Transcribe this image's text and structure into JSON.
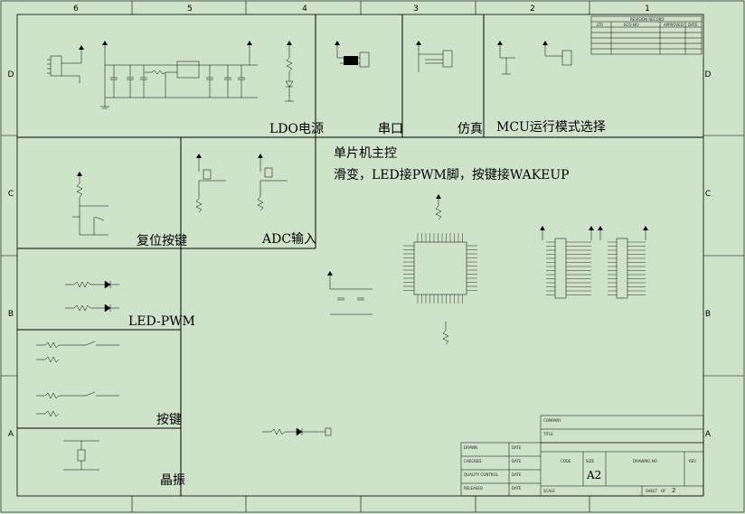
{
  "border": {
    "columns": [
      "6",
      "5",
      "4",
      "3",
      "2",
      "1"
    ],
    "rows": [
      "D",
      "C",
      "B",
      "A"
    ]
  },
  "sections": {
    "ldo": "LDO电源",
    "uart": "串口",
    "sim": "仿真",
    "mcu_mode": "MCU运行模式选择",
    "mcu_main": "单片机主控",
    "mcu_note": "滑变，LED接PWM脚，按键接WAKEUP",
    "reset": "复位按键",
    "adc": "ADC输入",
    "led_pwm": "LED-PWM",
    "keys": "按键",
    "crystal": "晶振"
  },
  "title_block": {
    "size": "A2",
    "sheet_of": "2",
    "fields": {
      "drawn": "DRAWN",
      "checked": "CHECKED",
      "quality": "QUALITY CONTROL",
      "released": "RELEASED",
      "date": "DATE",
      "title": "TITLE",
      "company": "COMPANY",
      "code": "CODE",
      "size_label": "SIZE",
      "drawing_no": "DRAWING NO",
      "rev": "REV",
      "scale": "SCALE",
      "sheet": "SHEET",
      "of": "OF"
    }
  },
  "revision_block": {
    "title": "REVISION RECORD",
    "headers": [
      "LTR",
      "ECO NO:",
      "APPROVED:",
      "DATE:"
    ]
  },
  "colors": {
    "background": "#cfe3cb",
    "line": "#000000"
  }
}
